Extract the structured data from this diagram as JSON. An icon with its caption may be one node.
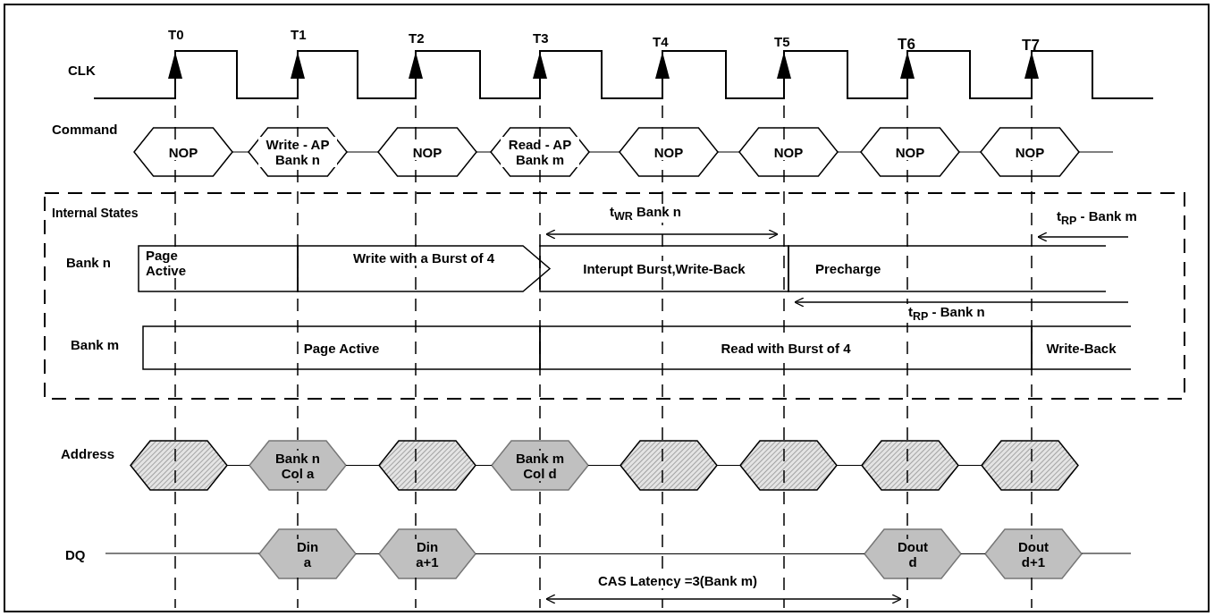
{
  "diagram": {
    "nodes": [
      {
        "text": [
          "NOP"
        ]
      },
      {
        "text": [
          "Write - AP Bank n"
        ]
      },
      {
        "text": [
          "NOP"
        ]
      },
      {
        "text": [
          "Read - AP Bank m"
        ]
      },
      {
        "text": [
          "NOP"
        ]
      },
      {
        "text": [
          "NOP"
        ]
      },
      {
        "text": [
          "NOP"
        ]
      },
      {
        "text": [
          "NOP"
        ]
      },
      {
        "text": [
          "Internal States"
        ]
      },
      {
        "text": [
          "Page Active"
        ],
        "in": 8
      },
      {
        "text": [
          "Write with a Burst of 4"
        ],
        "in": 8
      },
      {
        "text": [
          "Interupt Burst,Write-Back"
        ],
        "in": 8
      },
      {
        "text": [
          "Precharge"
        ],
        "in": 8
      },
      {
        "text": [
          "Page Active"
        ],
        "in": 8
      },
      {
        "text": [
          "Read with Burst of 4"
        ],
        "in": 8
      },
      {
        "text": [
          "Write-Back"
        ],
        "in": 8
      },
      {
        "text": [],
        "shape": "hexagon"
      },
      {
        "text": [
          "Bank n Col a"
        ]
      },
      {
        "text": [],
        "shape": "hexagon"
      },
      {
        "text": [
          "Bank m Col d"
        ]
      },
      {
        "text": [],
        "shape": "hexagon"
      },
      {
        "text": [],
        "shape": "hexagon"
      },
      {
        "text": [],
        "shape": "hexagon"
      },
      {
        "text": [],
        "shape": "hexagon"
      },
      {
        "text": [
          "Din a"
        ]
      },
      {
        "text": [
          "Din a+1"
        ]
      },
      {
        "text": [
          "Dout d"
        ]
      },
      {
        "text": [
          "Dout d+1"
        ]
      }
    ],
    "edges": [
      {
        "from": 0,
        "to": 1,
        "arrow": "none"
      },
      {
        "from": 1,
        "to": 2,
        "arrow": "none"
      },
      {
        "from": 2,
        "to": 3,
        "arrow": "none"
      },
      {
        "from": 3,
        "to": 4,
        "arrow": "none"
      },
      {
        "from": 4,
        "to": 5,
        "arrow": "none"
      },
      {
        "from": 5,
        "to": 6,
        "arrow": "none"
      },
      {
        "from": 6,
        "to": 7,
        "arrow": "none"
      },
      {
        "from": 16,
        "to": 17,
        "arrow": "none"
      },
      {
        "from": 17,
        "to": 18,
        "arrow": "none"
      },
      {
        "from": 18,
        "to": 19,
        "arrow": "none"
      },
      {
        "from": 19,
        "to": 20,
        "arrow": "none"
      },
      {
        "from": 20,
        "to": 21,
        "arrow": "none"
      },
      {
        "from": 21,
        "to": 22,
        "arrow": "none"
      },
      {
        "from": 22,
        "to": 23,
        "arrow": "none"
      },
      {
        "from": 24,
        "to": 25,
        "arrow": "none"
      },
      {
        "from": 25,
        "to": 26,
        "arrow": "none"
      },
      {
        "from": 26,
        "to": 27,
        "arrow": "none"
      }
    ],
    "labels": [
      "T0",
      "T1",
      "T2",
      "T3",
      "T4",
      "T5",
      "T6",
      "T7",
      "CLK",
      "Command",
      "t$_{WR}$ Bank n",
      "t$_{RP}$ - Bank m",
      "Bank n",
      "t$_{RP}$ - Bank n",
      "Bank m",
      "Address",
      "DQ",
      "CAS Latency =3(Bank m)"
    ]
  }
}
